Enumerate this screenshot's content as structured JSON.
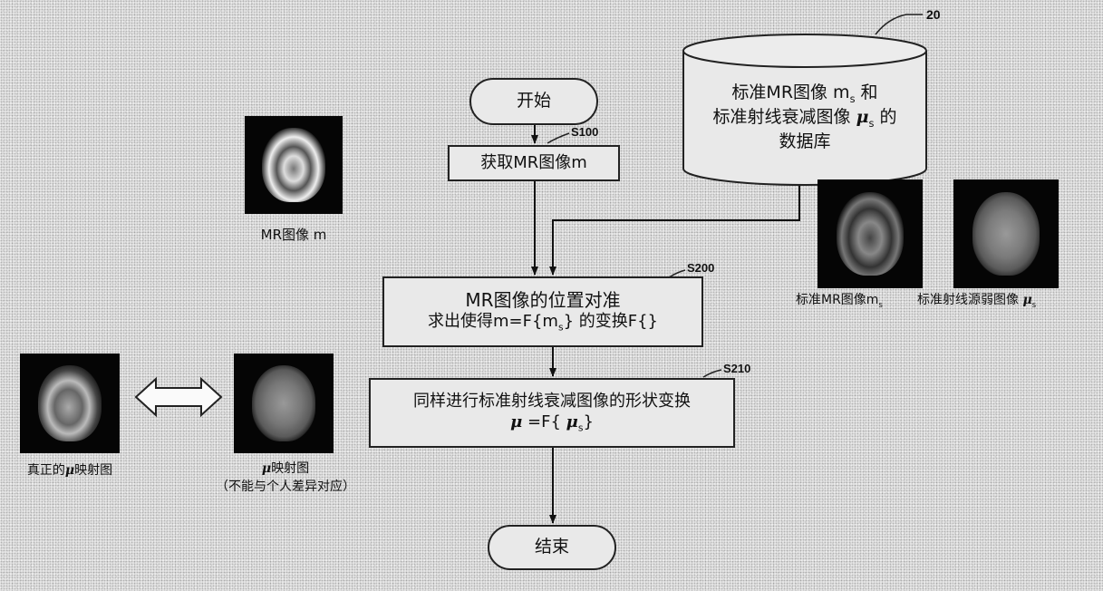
{
  "flow": {
    "start": "开始",
    "end": "结束",
    "steps": {
      "s100": {
        "label": "S100",
        "text": "获取MR图像m"
      },
      "s200": {
        "label": "S200",
        "line1": "MR图像的位置对准",
        "line2": "求出使得m=F{m",
        "line2_sub": "s",
        "line2_tail": "} 的变换F{}"
      },
      "s210": {
        "label": "S210",
        "line1": "同样进行标准射线衰减图像的形状变换",
        "line2_mu": "μ",
        "line2_mid": " =F{ ",
        "line2_mu2": "μ",
        "line2_sub": "s",
        "line2_tail": "}"
      }
    }
  },
  "database": {
    "ref": "20",
    "line1_a": "标准MR图像 m",
    "line1_sub": "s",
    "line1_b": " 和",
    "line2_a": "标准射线衰减图像 ",
    "line2_mu": "μ",
    "line2_sub": "s",
    "line2_b": " 的",
    "line3": "数据库"
  },
  "images": {
    "mr": {
      "caption": "MR图像 m"
    },
    "std_mr": {
      "caption_a": "标准MR图像m",
      "caption_sub": "s"
    },
    "std_atten": {
      "caption_a": "标准射线源弱图像 ",
      "caption_mu": "μ",
      "caption_sub": "s"
    },
    "true_mu": {
      "caption_a": "真正的",
      "caption_mu": "μ",
      "caption_b": "映射图"
    },
    "mu_map": {
      "caption_mu": "μ",
      "caption_a": "映射图",
      "caption_line2": "（不能与个人差异对应）"
    }
  }
}
